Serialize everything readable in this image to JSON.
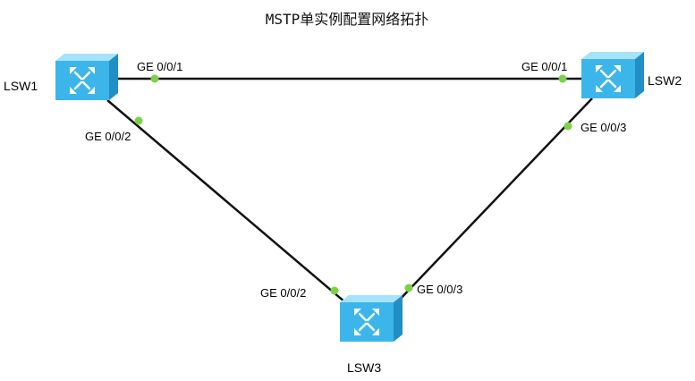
{
  "title": "MSTP单实例配置网络拓扑",
  "devices": [
    {
      "id": "LSW1",
      "label": "LSW1",
      "icon": "switch-icon"
    },
    {
      "id": "LSW2",
      "label": "LSW2",
      "icon": "switch-icon"
    },
    {
      "id": "LSW3",
      "label": "LSW3",
      "icon": "switch-icon"
    }
  ],
  "links": [
    {
      "from": "LSW1",
      "from_port": "GE 0/0/1",
      "to": "LSW2",
      "to_port": "GE 0/0/1"
    },
    {
      "from": "LSW1",
      "from_port": "GE 0/0/2",
      "to": "LSW3",
      "to_port": "GE 0/0/2"
    },
    {
      "from": "LSW2",
      "from_port": "GE 0/0/3",
      "to": "LSW3",
      "to_port": "GE 0/0/3"
    }
  ],
  "colors": {
    "port_dot": "#7cd144",
    "switch_face": "#3cb6ea",
    "switch_top": "#a6e3fb",
    "switch_side": "#1f8fc6",
    "link": "#111111"
  }
}
